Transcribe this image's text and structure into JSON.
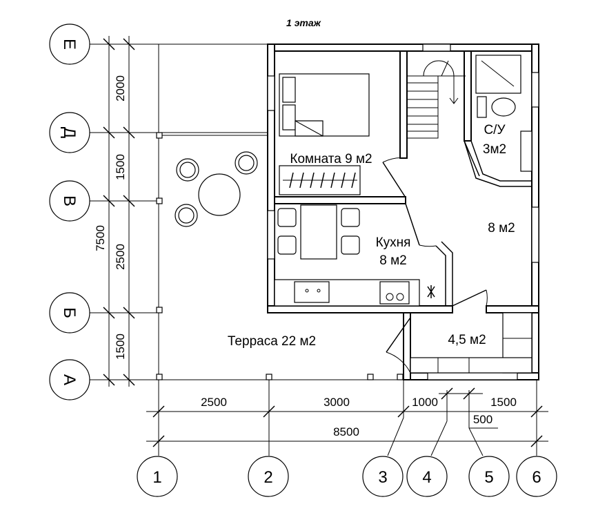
{
  "title": "1 этаж",
  "rooms": {
    "room": "Комната 9 м2",
    "bath_name": "С/У",
    "bath_area": "3м2",
    "hall": "8 м2",
    "kitchen_name": "Кухня",
    "kitchen_area": "8 м2",
    "vestibule": "4,5 м2",
    "terrace": "Терраса 22 м2"
  },
  "dims_horizontal": {
    "d1": "2500",
    "d2": "3000",
    "d3": "1000",
    "d4": "1500",
    "d5": "500",
    "total": "8500"
  },
  "dims_vertical": {
    "v1": "2000",
    "v2": "1500",
    "v3": "2500",
    "v4": "1500",
    "total": "7500"
  },
  "axes_rows": [
    "Е",
    "Д",
    "В",
    "Б",
    "А"
  ],
  "axes_cols": [
    "1",
    "2",
    "3",
    "4",
    "5",
    "6"
  ]
}
